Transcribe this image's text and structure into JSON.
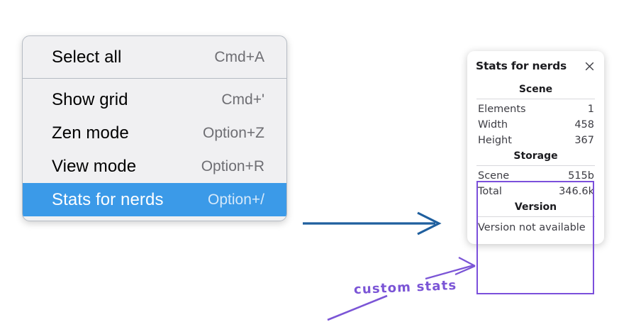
{
  "context_menu": {
    "groups": [
      {
        "items": [
          {
            "label": "Select all",
            "shortcut": "Cmd+A",
            "selected": false
          }
        ]
      },
      {
        "items": [
          {
            "label": "Show grid",
            "shortcut": "Cmd+'",
            "selected": false
          },
          {
            "label": "Zen mode",
            "shortcut": "Option+Z",
            "selected": false
          },
          {
            "label": "View mode",
            "shortcut": "Option+R",
            "selected": false
          },
          {
            "label": "Stats for nerds",
            "shortcut": "Option+/",
            "selected": true
          }
        ]
      }
    ],
    "selected_background": "#3b9ae8"
  },
  "stats_panel": {
    "title": "Stats for nerds",
    "close_icon": "close-icon",
    "scene_section": {
      "heading": "Scene",
      "rows": [
        {
          "label": "Elements",
          "value": "1"
        },
        {
          "label": "Width",
          "value": "458"
        },
        {
          "label": "Height",
          "value": "367"
        }
      ]
    },
    "storage_section": {
      "heading": "Storage",
      "rows": [
        {
          "label": "Scene",
          "value": "515b"
        },
        {
          "label": "Total",
          "value": "346.6k"
        }
      ]
    },
    "version_section": {
      "heading": "Version",
      "note": "Version not available"
    },
    "highlight_color": "#7b4fdb"
  },
  "annotations": {
    "handwritten_label": "custom stats",
    "handwriting_color": "#7b55d6",
    "flow_arrow_color": "#1f5f9e"
  }
}
